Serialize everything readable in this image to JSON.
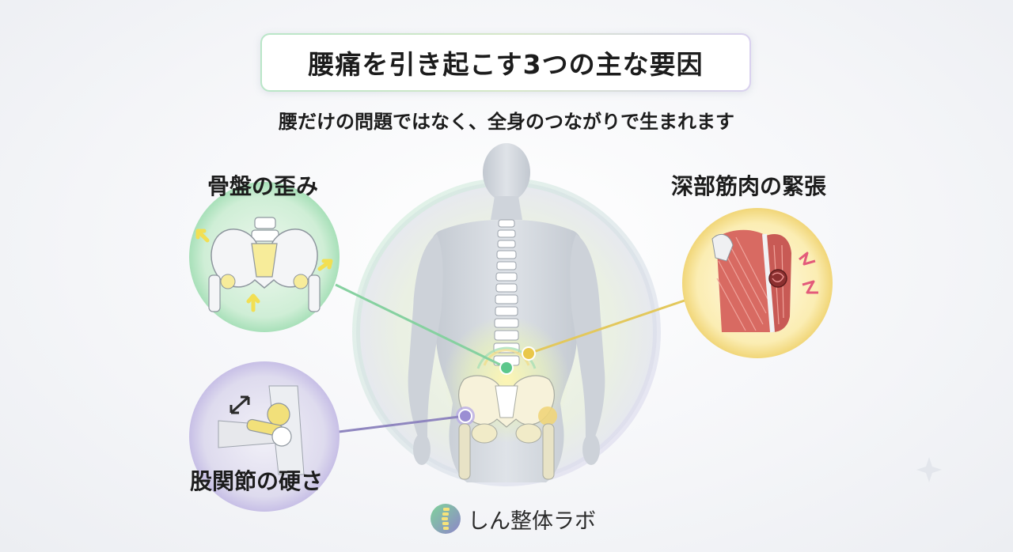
{
  "title": "腰痛を引き起こす3つの主な要因",
  "subtitle": "腰だけの問題ではなく、全身のつながりで生まれます",
  "factors": [
    {
      "label": "骨盤の歪み",
      "color": "#5cc78c",
      "icon": "pelvis-icon"
    },
    {
      "label": "深部筋肉の緊張",
      "color": "#e9c74a",
      "icon": "muscle-icon"
    },
    {
      "label": "股関節の硬さ",
      "color": "#9b8ed3",
      "icon": "hip-joint-icon"
    }
  ],
  "logo": {
    "text": "しん整体ラボ",
    "icon": "spine-logo-icon"
  },
  "colors": {
    "green": "#5cc78c",
    "yellow": "#e9c74a",
    "purple": "#9b8ed3",
    "body": "#c9ced6"
  }
}
